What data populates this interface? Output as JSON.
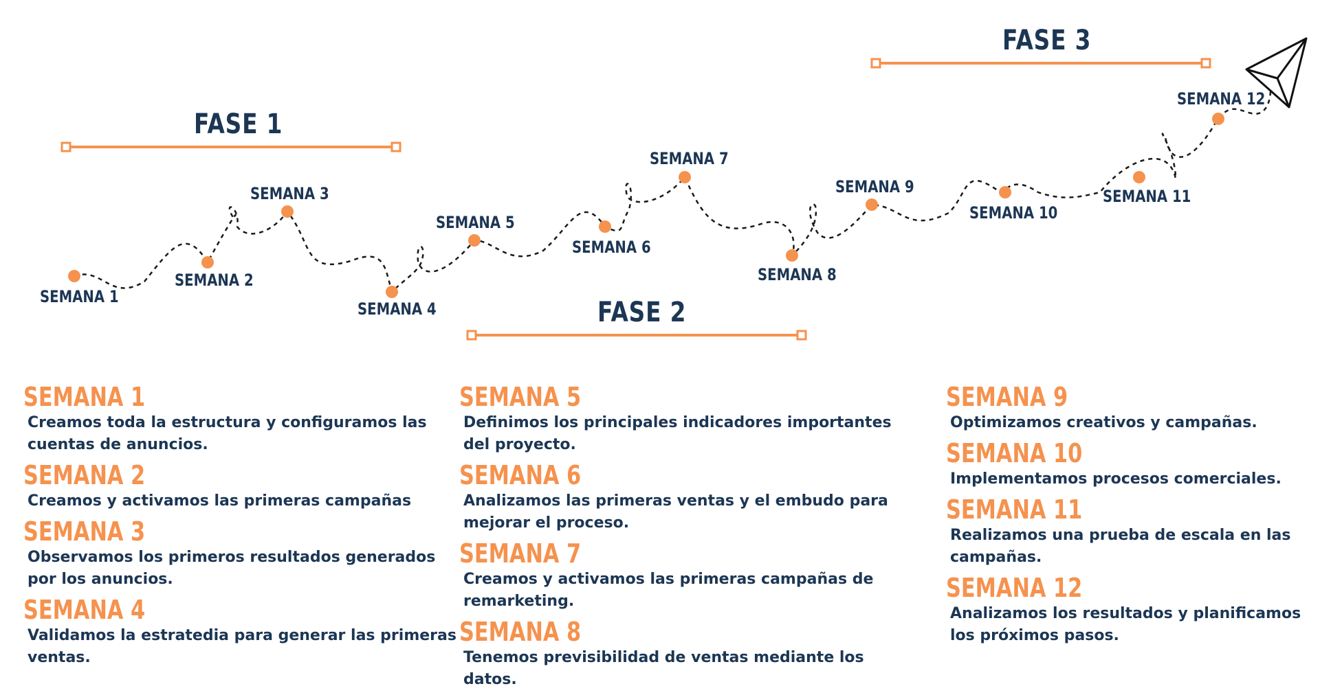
{
  "phases": [
    {
      "label": "FASE 1"
    },
    {
      "label": "FASE 2"
    },
    {
      "label": "FASE 3"
    }
  ],
  "weeks": [
    {
      "label": "SEMANA 1"
    },
    {
      "label": "SEMANA 2"
    },
    {
      "label": "SEMANA 3"
    },
    {
      "label": "SEMANA 4"
    },
    {
      "label": "SEMANA 5"
    },
    {
      "label": "SEMANA 6"
    },
    {
      "label": "SEMANA 7"
    },
    {
      "label": "SEMANA 8"
    },
    {
      "label": "SEMANA 9"
    },
    {
      "label": "SEMANA 10"
    },
    {
      "label": "SEMANA 11"
    },
    {
      "label": "SEMANA 12"
    }
  ],
  "details": [
    {
      "title": "SEMANA 1",
      "text": "Creamos toda la estructura y configuramos las cuentas de anuncios."
    },
    {
      "title": "SEMANA 2",
      "text": "Creamos y activamos las primeras campañas"
    },
    {
      "title": "SEMANA 3",
      "text": "Observamos los primeros resultados generados por los anuncios."
    },
    {
      "title": "SEMANA 4",
      "text": "Validamos la estratedia para generar las primeras ventas."
    },
    {
      "title": "SEMANA 5",
      "text": "Definimos los principales indicadores importantes del proyecto."
    },
    {
      "title": "SEMANA 6",
      "text": "Analizamos las primeras ventas y el embudo para mejorar el proceso."
    },
    {
      "title": "SEMANA 7",
      "text": "Creamos y activamos las primeras campañas de remarketing."
    },
    {
      "title": "SEMANA 8",
      "text": "Tenemos previsibilidad de ventas mediante los datos."
    },
    {
      "title": "SEMANA 9",
      "text": "Optimizamos creativos y campañas."
    },
    {
      "title": "SEMANA 10",
      "text": "Implementamos procesos comerciales."
    },
    {
      "title": "SEMANA 11",
      "text": "Realizamos una prueba de escala en las campañas."
    },
    {
      "title": "SEMANA 12",
      "text": "Analizamos los resultados y planificamos los próximos pasos."
    }
  ],
  "colors": {
    "accent": "#f5924e",
    "text": "#1c3654",
    "path": "#1a1a1a"
  },
  "icon": "paper-plane-icon"
}
